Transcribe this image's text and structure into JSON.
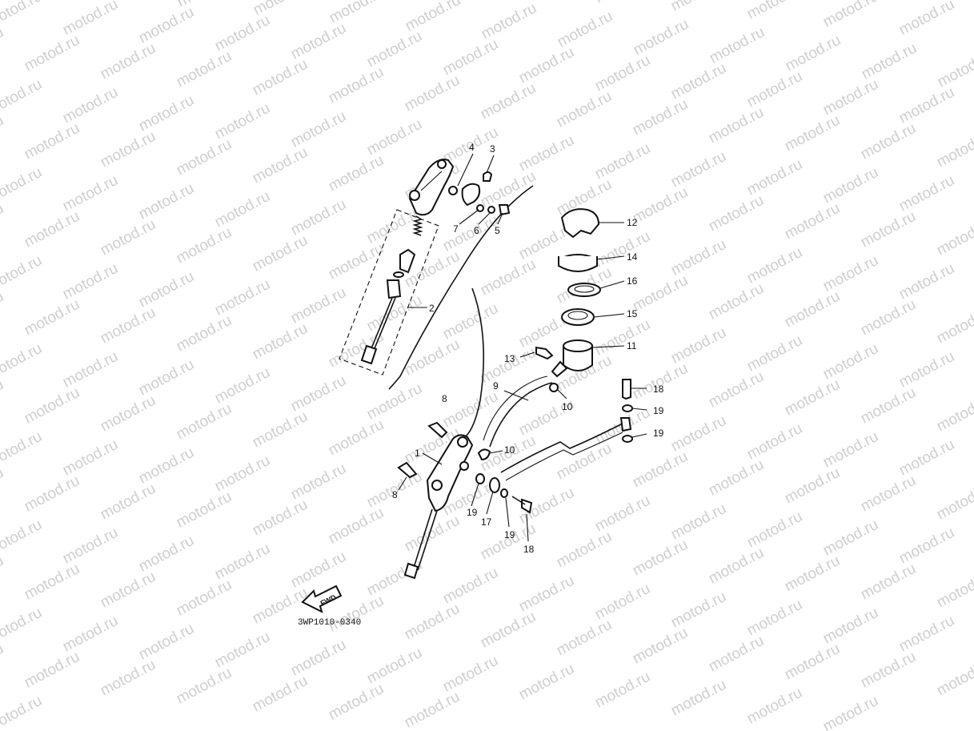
{
  "watermark_text": "motod.ru",
  "diagram_code": "3WP1010-0340",
  "fwd_label": "FWD",
  "labels": {
    "p1": "1",
    "p2": "2",
    "p3": "3",
    "p4": "4",
    "p5": "5",
    "p6": "6",
    "p7": "7",
    "p8a": "8",
    "p8b": "8",
    "p9": "9",
    "p10a": "10",
    "p10b": "10",
    "p11": "11",
    "p12": "12",
    "p13": "13",
    "p14": "14",
    "p15": "15",
    "p16": "16",
    "p17": "17",
    "p18a": "18",
    "p18b": "18",
    "p19a": "19",
    "p19b": "19",
    "p19c": "19",
    "p19d": "19"
  },
  "colors": {
    "ink": "#111111",
    "watermark": "#cfcfcf",
    "background": "#ffffff"
  }
}
